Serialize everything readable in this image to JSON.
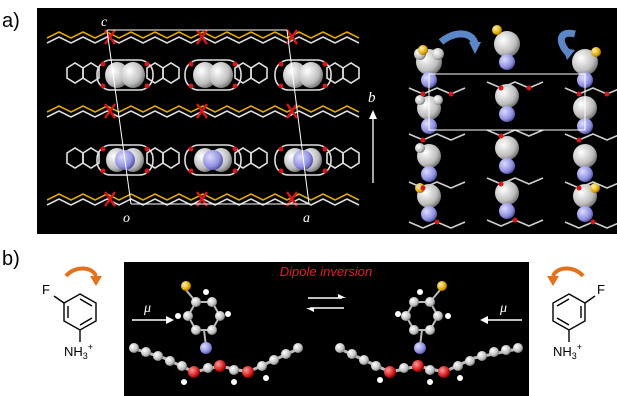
{
  "panel_a": {
    "label": "a)",
    "axis_c": "c",
    "axis_o": "o",
    "axis_a": "a",
    "axis_b": "b"
  },
  "panel_b": {
    "label": "b)",
    "title": "Dipole inversion",
    "mu_left": "μ",
    "mu_right": "μ",
    "left_mol": {
      "sub": "F",
      "amine": "NH",
      "amine_sub": "3",
      "amine_sup": "+"
    },
    "right_mol": {
      "sub": "F",
      "amine": "NH",
      "amine_sub": "3",
      "amine_sup": "+"
    }
  },
  "colors": {
    "background": "#000000",
    "framework_white": "#e8e8e8",
    "oxygen_red": "#d11a1a",
    "sulfur_gold": "#e0a800",
    "nitrogen_blue": "#8f8fe0",
    "rotation_arrow_blue": "#5b86c8",
    "rotation_arrow_orange": "#e2711d",
    "dipole_text_red": "#e0202a"
  }
}
